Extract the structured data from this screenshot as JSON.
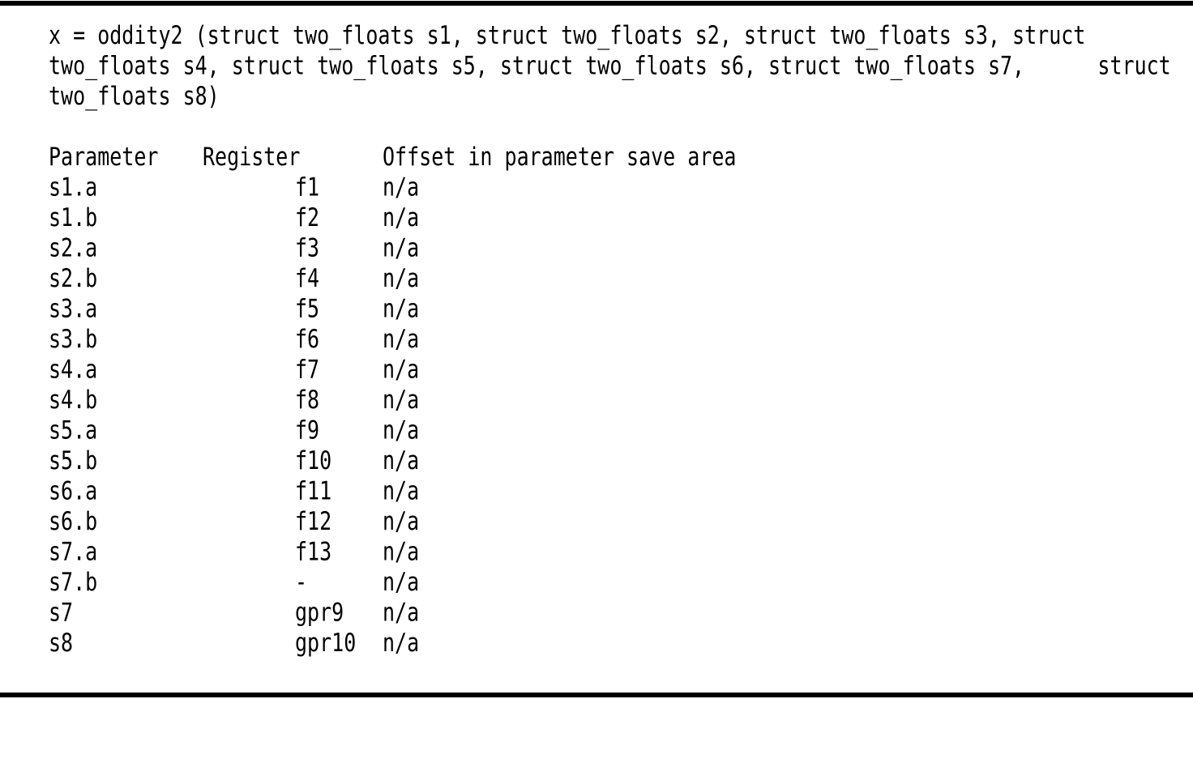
{
  "figure": {
    "signature_lines": [
      "x = oddity2 (struct two_floats s1, struct two_floats s2, struct two_floats s3, struct",
      "two_floats s4, struct two_floats s5, struct two_floats s6, struct two_floats s7,      struct",
      "two_floats s8)"
    ],
    "table": {
      "header": {
        "parameter": "Parameter",
        "register": "Register",
        "offset": "Offset in parameter save area"
      },
      "rows": [
        {
          "parameter": "s1.a",
          "register": "f1",
          "offset": "n/a"
        },
        {
          "parameter": "s1.b",
          "register": "f2",
          "offset": "n/a"
        },
        {
          "parameter": "s2.a",
          "register": "f3",
          "offset": "n/a"
        },
        {
          "parameter": "s2.b",
          "register": "f4",
          "offset": "n/a"
        },
        {
          "parameter": "s3.a",
          "register": "f5",
          "offset": "n/a"
        },
        {
          "parameter": "s3.b",
          "register": "f6",
          "offset": "n/a"
        },
        {
          "parameter": "s4.a",
          "register": "f7",
          "offset": "n/a"
        },
        {
          "parameter": "s4.b",
          "register": "f8",
          "offset": "n/a"
        },
        {
          "parameter": "s5.a",
          "register": "f9",
          "offset": "n/a"
        },
        {
          "parameter": "s5.b",
          "register": "f10",
          "offset": "n/a"
        },
        {
          "parameter": "s6.a",
          "register": "f11",
          "offset": "n/a"
        },
        {
          "parameter": "s6.b",
          "register": "f12",
          "offset": "n/a"
        },
        {
          "parameter": "s7.a",
          "register": "f13",
          "offset": "n/a"
        },
        {
          "parameter": "s7.b",
          "register": "-",
          "offset": "n/a"
        },
        {
          "parameter": "s7",
          "register": "gpr9",
          "offset": "n/a"
        },
        {
          "parameter": "s8",
          "register": "gpr10",
          "offset": "n/a"
        }
      ]
    },
    "colors": {
      "text": "#000000",
      "background": "#ffffff",
      "rule": "#000000"
    }
  }
}
